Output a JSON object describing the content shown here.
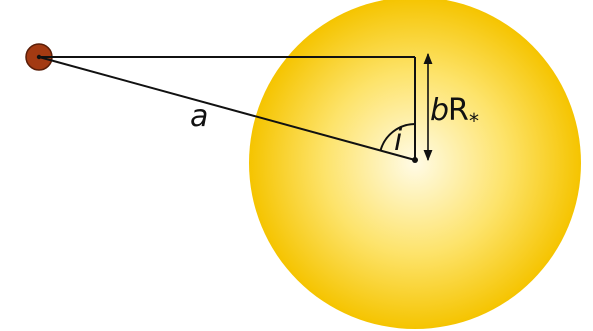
{
  "diagram": {
    "labels": {
      "orbit_distance": "a",
      "inclination": "i",
      "impact_parameter": "b",
      "stellar_radius": "R",
      "stellar_radius_subscript": "*"
    },
    "colors": {
      "star_center": "#fffbe6",
      "star_mid": "#fde36a",
      "star_edge": "#f5c400",
      "planet": "#a33a12",
      "planet_edge": "#5a1e08",
      "lines": "#111111"
    }
  }
}
